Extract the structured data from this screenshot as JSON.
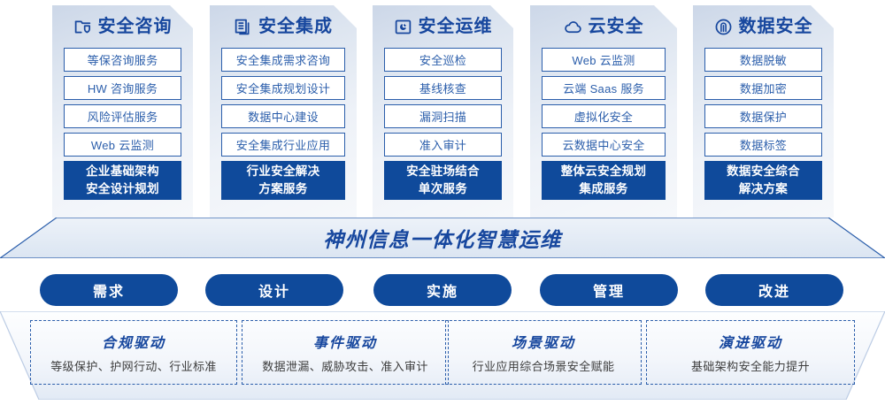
{
  "colors": {
    "brand_blue": "#17479e",
    "solid_blue": "#0f4a9b",
    "outline_blue": "#2b5eab",
    "panel_light": "#eef2f8"
  },
  "pillars": [
    {
      "icon": "folder-shield-icon",
      "title": "安全咨询",
      "items": [
        "等保咨询服务",
        "HW 咨询服务",
        "风险评估服务",
        "Web 云监测"
      ],
      "highlight": [
        "企业基础架构",
        "安全设计规划"
      ]
    },
    {
      "icon": "documents-copy-icon",
      "title": "安全集成",
      "items": [
        "安全集成需求咨询",
        "安全集成规划设计",
        "数据中心建设",
        "安全集成行业应用"
      ],
      "highlight": [
        "行业安全解决",
        "方案服务"
      ]
    },
    {
      "icon": "monitor-chart-icon",
      "title": "安全运维",
      "items": [
        "安全巡检",
        "基线核查",
        "漏洞扫描",
        "准入审计"
      ],
      "highlight": [
        "安全驻场结合",
        "单次服务"
      ]
    },
    {
      "icon": "cloud-icon",
      "title": "云安全",
      "items": [
        "Web 云监测",
        "云端 Saas 服务",
        "虚拟化安全",
        "云数据中心安全"
      ],
      "highlight": [
        "整体云安全规划",
        "集成服务"
      ]
    },
    {
      "icon": "fingerprint-icon",
      "title": "数据安全",
      "items": [
        "数据脱敏",
        "数据加密",
        "数据保护",
        "数据标签"
      ],
      "highlight": [
        "数据安全综合",
        "解决方案"
      ]
    }
  ],
  "banner": {
    "text": "神州信息一体化智慧运维"
  },
  "phases": [
    {
      "label": "需求"
    },
    {
      "label": "设计"
    },
    {
      "label": "实施"
    },
    {
      "label": "管理"
    },
    {
      "label": "改进"
    }
  ],
  "drivers": [
    {
      "title": "合规驱动",
      "desc": "等级保护、护网行动、行业标准"
    },
    {
      "title": "事件驱动",
      "desc": "数据泄漏、威胁攻击、准入审计"
    },
    {
      "title": "场景驱动",
      "desc": "行业应用综合场景安全赋能"
    },
    {
      "title": "演进驱动",
      "desc": "基础架构安全能力提升"
    }
  ]
}
